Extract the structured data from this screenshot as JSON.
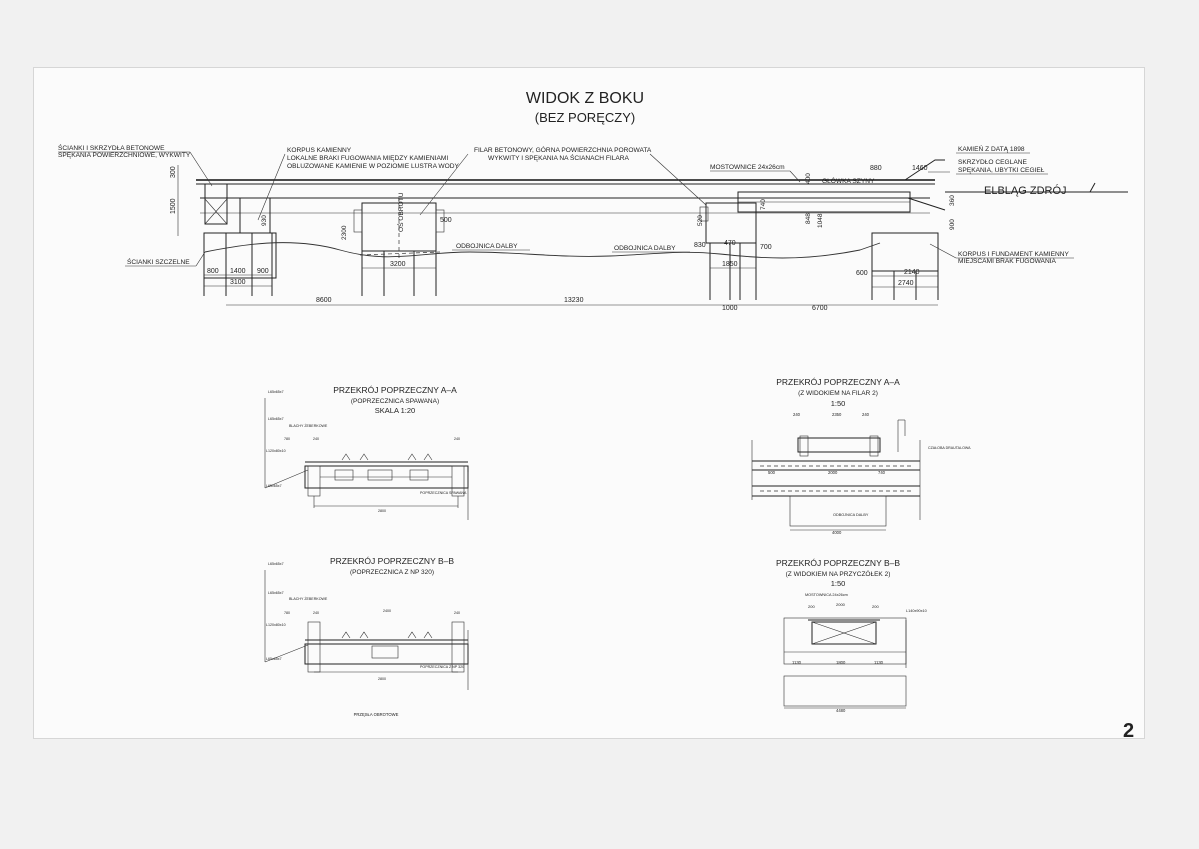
{
  "sheet": {
    "page_number": "2"
  },
  "side_view": {
    "title": "WIDOK Z BOKU",
    "subtitle": "(BEZ PORĘCZY)",
    "location_label": "ELBLĄG ZDRÓJ",
    "notes": [
      {
        "id": "walls",
        "line1": "ŚCIANKI I SKRZYDŁA BETONOWE",
        "line2": "SPĘKANIA POWIERZCHNIOWE, WYKWITY"
      },
      {
        "id": "stone-body",
        "line1": "KORPUS KAMIENNY",
        "line2": "LOKALNE BRAKI FUGOWANIA MIĘDZY KAMIENIAMI",
        "line3": "OBLUZOWANE KAMIENIE W POZIOMIE LUSTRA WODY"
      },
      {
        "id": "pier",
        "line1": "FILAR BETONOWY, GÓRNA POWIERZCHNIA POROWATA",
        "line2": "WYKWITY I SPĘKANIA NA ŚCIANACH FILARA"
      },
      {
        "id": "sleepers",
        "line1": "MOSTOWNICE 24x26cm"
      },
      {
        "id": "rail-head",
        "line1": "GŁÓWKA SZYNY"
      },
      {
        "id": "stone-date",
        "line1": "KAMIEŃ Z DATĄ 1898"
      },
      {
        "id": "brick-wing",
        "line1": "SKRZYDŁO CEGLANE",
        "line2": "SPĘKANIA, UBYTKI CEGIEŁ"
      },
      {
        "id": "sheet-piles",
        "line1": "ŚCIANKI SZCZELNE"
      },
      {
        "id": "fender-1",
        "line1": "ODBOJNICA DALBY"
      },
      {
        "id": "fender-2",
        "line1": "ODBOJNICA DALBY"
      },
      {
        "id": "foundation",
        "line1": "KORPUS I FUNDAMENT KAMIENNY",
        "line2": "MIEJSCAMI BRAK FUGOWANIA"
      },
      {
        "id": "pivot",
        "line1": "OŚ OBROTU"
      }
    ],
    "dimensions": [
      "300",
      "1500",
      "800",
      "1400",
      "900",
      "3100",
      "8600",
      "930",
      "2300",
      "3200",
      "500",
      "13230",
      "520",
      "830",
      "470",
      "700",
      "1850",
      "1000",
      "6700",
      "740",
      "400",
      "848",
      "1048",
      "880",
      "1460",
      "900",
      "360",
      "600",
      "2140",
      "2740"
    ]
  },
  "sections": [
    {
      "id": "aa-welded",
      "title": "PRZEKRÓJ POPRZECZNY A–A",
      "subtitle": "(POPRZECZNICA SPAWANA)",
      "scale": "SKALA 1:20",
      "labels": [
        "L65x65x7",
        "L65x65x7",
        "BLACHY ŻEBERKOWE",
        "780",
        "240",
        "240",
        "L120x80x10",
        "L65x65x7",
        "POPRZECZNICA SPAWANA",
        "2800"
      ]
    },
    {
      "id": "bb-np320",
      "title": "PRZEKRÓJ POPRZECZNY B–B",
      "subtitle": "(POPRZECZNICA Z NP 320)",
      "scale": "",
      "labels": [
        "L65x65x7",
        "L65x65x7",
        "BLACHY ŻEBERKOWE",
        "780",
        "240",
        "2400",
        "240",
        "L120x80x10",
        "L65x65x7",
        "POPRZECZNICA Z NP 320",
        "2800"
      ]
    },
    {
      "id": "aa-pier",
      "title": "PRZEKRÓJ POPRZECZNY A–A",
      "subtitle": "(Z WIDOKIEM NA FILAR 2)",
      "scale": "1:50",
      "labels": [
        "240",
        "2350",
        "240",
        "ODBOJNICA DALBY",
        "500",
        "2000",
        "740",
        "4000",
        "CZAŁOBA DRAUTALOWA"
      ]
    },
    {
      "id": "bb-abutment",
      "title": "PRZEKRÓJ POPRZECZNY B–B",
      "subtitle": "(Z WIDOKIEM NA PRZYCZÓŁEK 2)",
      "scale": "1:50",
      "labels": [
        "MOSTOWNICA 24x26cm",
        "200",
        "2000",
        "200",
        "L140x90x10",
        "1130",
        "1800",
        "1130",
        "4480"
      ]
    }
  ],
  "footer_label": "PRZĘSŁA OBROTOWE"
}
